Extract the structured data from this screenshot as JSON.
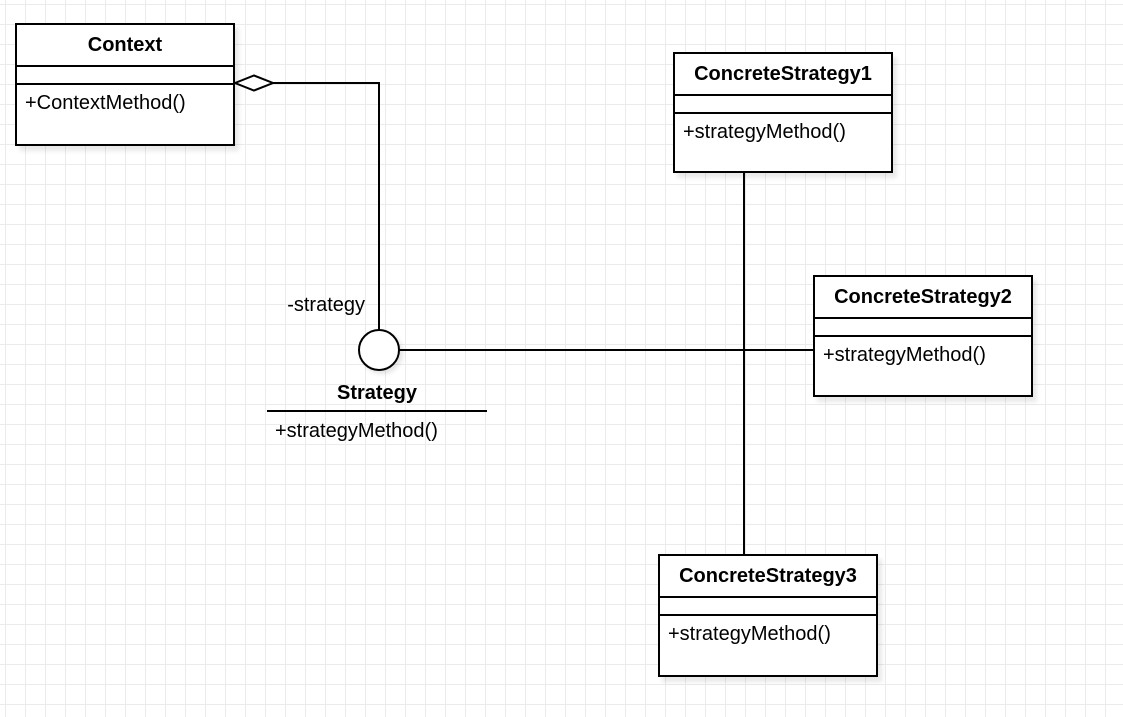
{
  "app": {
    "kind": "uml-class-diagram-canvas",
    "pattern": "Strategy"
  },
  "colors": {
    "background": "#ffffff",
    "grid_line": "#ebebeb",
    "shape_stroke": "#000000",
    "shape_fill": "#ffffff",
    "text": "#000000"
  },
  "diagram": {
    "classes": [
      {
        "id": "context",
        "name": "Context",
        "attributes": [],
        "methods": [
          "+ContextMethod()"
        ]
      },
      {
        "id": "concrete-strategy-1",
        "name": "ConcreteStrategy1",
        "attributes": [],
        "methods": [
          "+strategyMethod()"
        ]
      },
      {
        "id": "concrete-strategy-2",
        "name": "ConcreteStrategy2",
        "attributes": [],
        "methods": [
          "+strategyMethod()"
        ]
      },
      {
        "id": "concrete-strategy-3",
        "name": "ConcreteStrategy3",
        "attributes": [],
        "methods": [
          "+strategyMethod()"
        ]
      }
    ],
    "interface": {
      "name": "Strategy",
      "methods": [
        "+strategyMethod()"
      ],
      "notation": "lollipop-circle"
    },
    "connectors": [
      {
        "type": "aggregation",
        "from": "Context",
        "to": "Strategy",
        "label": "-strategy",
        "marker": "open-diamond"
      },
      {
        "type": "line",
        "from": "Strategy",
        "to": "ConcreteStrategy2"
      },
      {
        "type": "line",
        "from": "ConcreteStrategy1",
        "to": "ConcreteStrategy3"
      }
    ]
  }
}
